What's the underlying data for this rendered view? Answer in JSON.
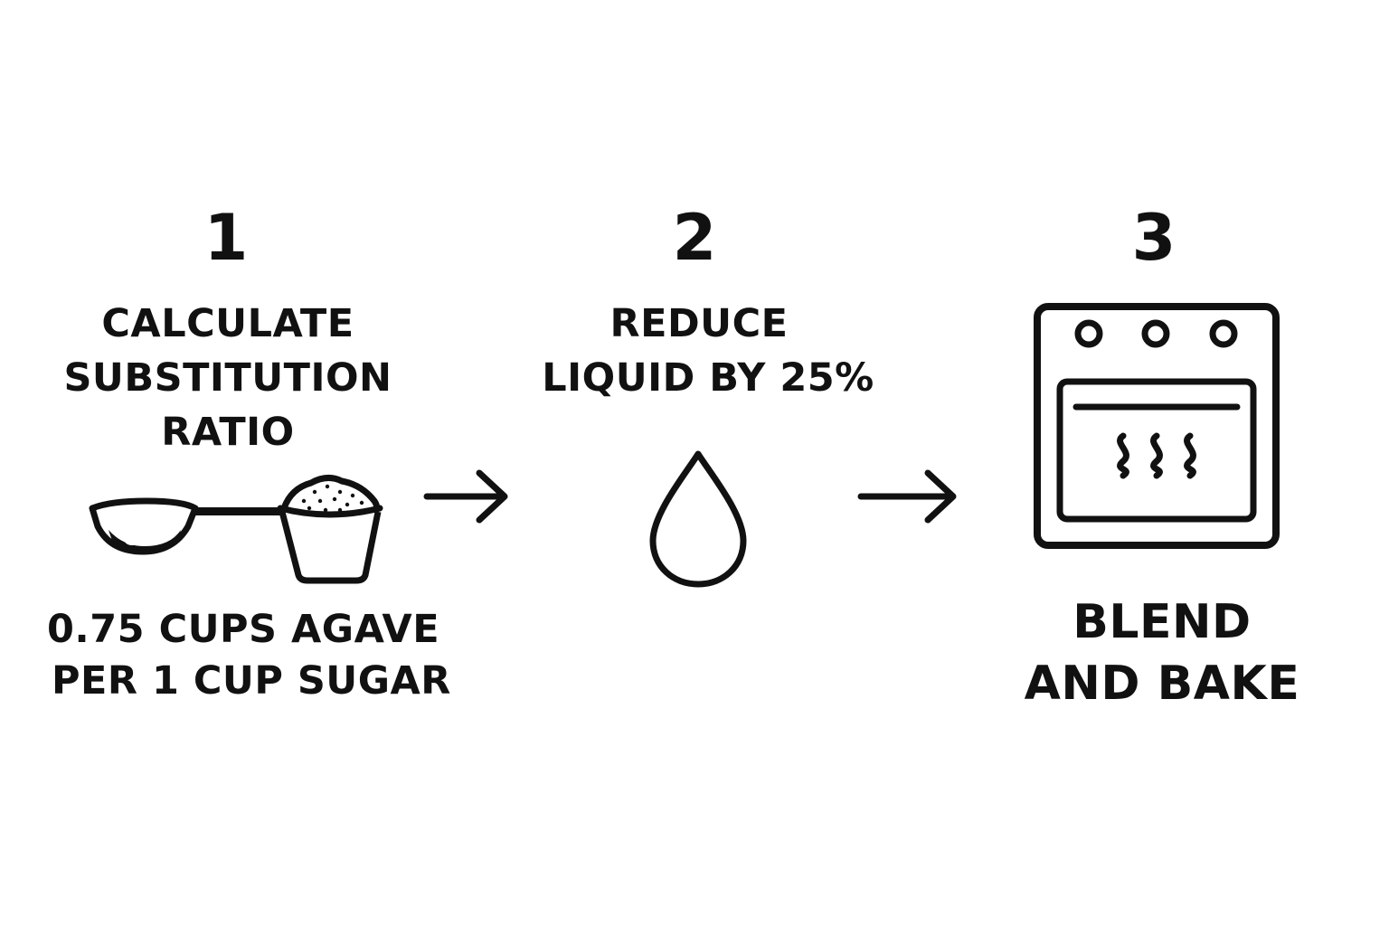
{
  "colors": {
    "background": "#ffffff",
    "ink": "#111111"
  },
  "steps": [
    {
      "number": "1",
      "title_lines": [
        "CALCULATE",
        "SUBSTITUTION",
        "RATIO"
      ],
      "icon": "measuring-scoop-and-sugar-cup-icon",
      "detail_lines": [
        "0.75 CUPS AGAVE",
        "PER 1 CUP SUGAR"
      ]
    },
    {
      "number": "2",
      "title_lines": [
        "REDUCE",
        "LIQUID BY 25%"
      ],
      "icon": "liquid-drop-icon"
    },
    {
      "number": "3",
      "icon": "oven-icon",
      "title_lines": [
        "BLEND",
        "AND BAKE"
      ]
    }
  ],
  "connectors": [
    {
      "from": "1",
      "to": "2",
      "icon": "arrow-right-icon"
    },
    {
      "from": "2",
      "to": "3",
      "icon": "arrow-right-icon"
    }
  ]
}
